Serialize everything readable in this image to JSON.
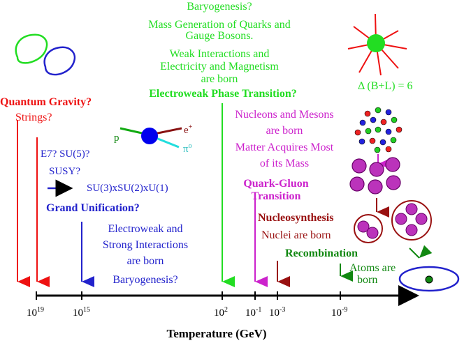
{
  "axis": {
    "title": "Temperature (GeV)",
    "ticks": [
      {
        "base": "10",
        "exp": "19"
      },
      {
        "base": "10",
        "exp": "15"
      },
      {
        "base": "10",
        "exp": "2"
      },
      {
        "base": "10",
        "exp": "-1"
      },
      {
        "base": "10",
        "exp": "-3"
      },
      {
        "base": "10",
        "exp": "-9"
      }
    ]
  },
  "electroweak": {
    "baryogenesis": "Baryogenesis?",
    "mass_gen_1": "Mass Generation of Quarks and",
    "mass_gen_2": "Gauge Bosons.",
    "weak_1": "Weak Interactions and",
    "weak_2": "Electricity and Magnetism",
    "weak_3": "are born",
    "transition": "Electroweak Phase Transition?",
    "delta": "Δ  (B+L) = 6"
  },
  "quantum": {
    "title": "Quantum Gravity?",
    "strings": "Strings?"
  },
  "gut": {
    "e7": "E7? SU(5)?",
    "susy": "SUSY?",
    "group": "SU(3)xSU(2)xU(1)",
    "title": "Grand Unification?",
    "ew_1": "Electroweak and",
    "ew_2": "Strong Interactions",
    "ew_3": "are born",
    "baryo": "Baryogenesis?"
  },
  "particles": {
    "p": "p",
    "e": "e",
    "e_sup": "+",
    "pi": "π",
    "pi_sup": "o"
  },
  "qcd": {
    "nucleons_1": "Nucleons and Mesons",
    "nucleons_2": "are born",
    "matter_1": "Matter Acquires Most",
    "matter_2": "of its Mass",
    "title_1": "Quark-Gluon",
    "title_2": "Transition"
  },
  "nucleo": {
    "title": "Nucleosynthesis",
    "sub": "Nuclei are born"
  },
  "recomb": {
    "title": "Recombination",
    "sub_1": "Atoms are",
    "sub_2": "born"
  },
  "colors": {
    "green": "#22dd22",
    "red": "#ee1111",
    "blue": "#2222cc",
    "magenta": "#cc22cc",
    "brown": "#991111",
    "dark_green": "#118811"
  }
}
